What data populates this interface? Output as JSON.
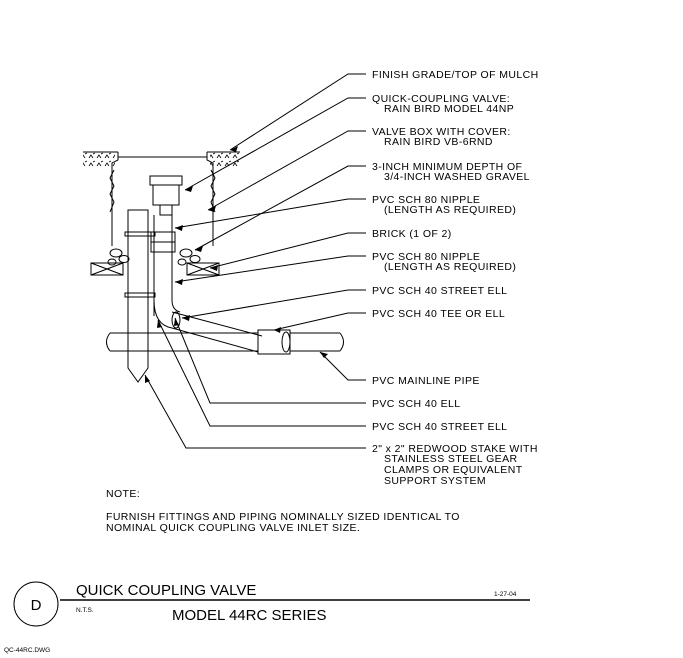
{
  "callouts": [
    {
      "lines": [
        "FINISH GRADE/TOP OF MULCH"
      ]
    },
    {
      "lines": [
        "QUICK-COUPLING VALVE:",
        "RAIN BIRD MODEL 44NP"
      ]
    },
    {
      "lines": [
        "VALVE BOX WITH COVER:",
        "RAIN BIRD VB-6RND"
      ]
    },
    {
      "lines": [
        "3-INCH MINIMUM DEPTH OF",
        "3/4-INCH WASHED GRAVEL"
      ]
    },
    {
      "lines": [
        "PVC SCH 80 NIPPLE",
        "(LENGTH AS REQUIRED)"
      ]
    },
    {
      "lines": [
        "BRICK (1 OF 2)"
      ]
    },
    {
      "lines": [
        "PVC SCH 80 NIPPLE",
        "(LENGTH AS REQUIRED)"
      ]
    },
    {
      "lines": [
        "PVC SCH 40 STREET ELL"
      ]
    },
    {
      "lines": [
        "PVC SCH 40 TEE OR ELL"
      ]
    },
    {
      "lines": [
        "PVC MAINLINE PIPE"
      ]
    },
    {
      "lines": [
        "PVC SCH 40 ELL"
      ]
    },
    {
      "lines": [
        "PVC SCH 40 STREET ELL"
      ]
    },
    {
      "lines": [
        "2\" x 2\" REDWOOD STAKE WITH",
        "STAINLESS STEEL GEAR",
        "CLAMPS OR EQUIVALENT",
        "SUPPORT SYSTEM"
      ]
    }
  ],
  "note": {
    "heading": "NOTE:",
    "lines": [
      "FURNISH FITTINGS AND PIPING NOMINALLY SIZED IDENTICAL TO",
      "NOMINAL QUICK COUPLING VALVE INLET SIZE."
    ]
  },
  "title_block": {
    "detail_letter": "D",
    "title": "QUICK COUPLING VALVE",
    "subtitle": "MODEL 44RC SERIES",
    "scale": "N.T.S.",
    "date": "1-27-04",
    "file": "QC-44RC.DWG"
  }
}
